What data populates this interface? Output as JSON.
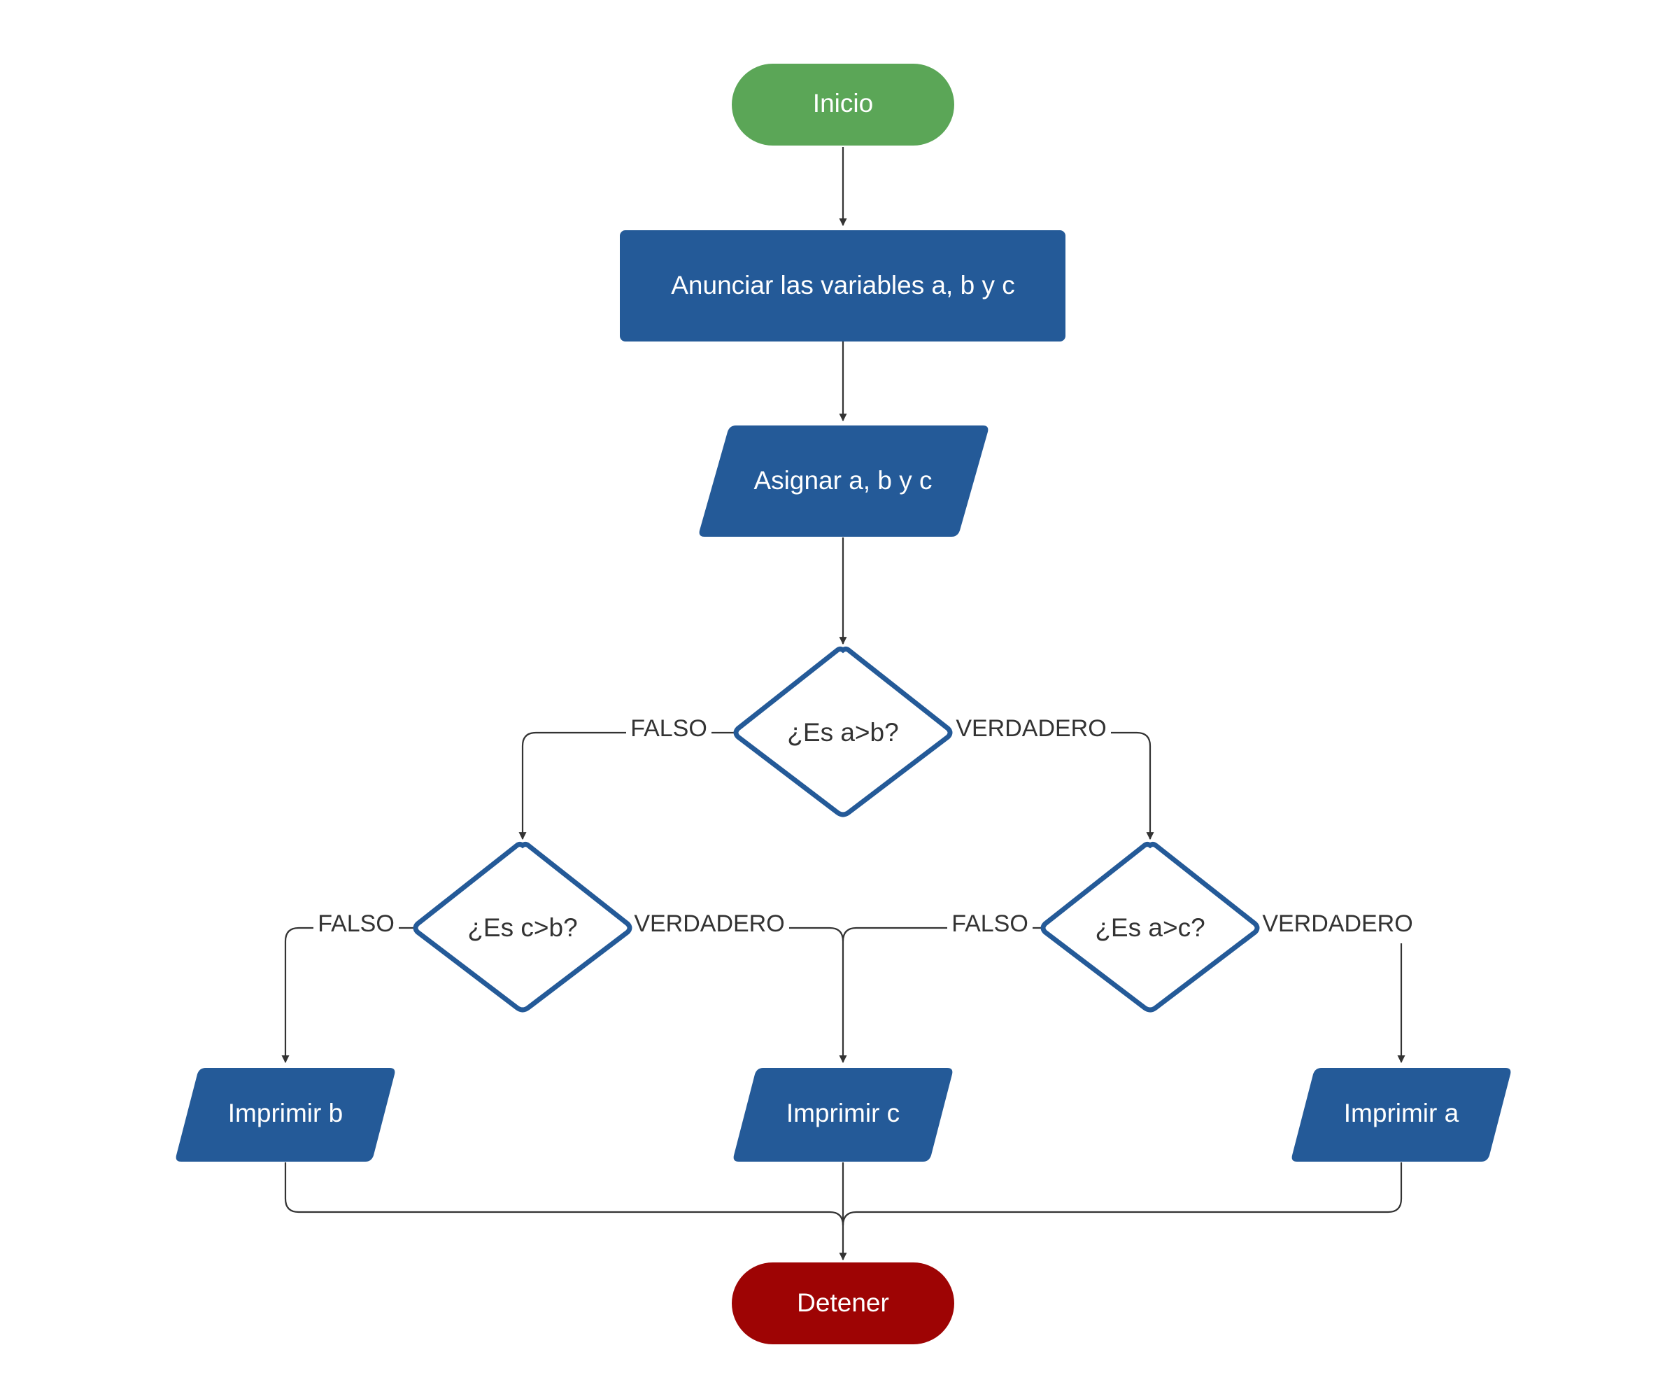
{
  "colors": {
    "start": "#5ba657",
    "process": "#245a98",
    "decision_stroke": "#245a98",
    "stop": "#9e0404",
    "connector": "#333333"
  },
  "nodes": {
    "start": "Inicio",
    "declare": "Anunciar las variables a, b y c",
    "assign": "Asignar a, b y c",
    "decision_ab": "¿Es a>b?",
    "decision_cb": "¿Es c>b?",
    "decision_ac": "¿Es a>c?",
    "print_b": "Imprimir b",
    "print_c": "Imprimir c",
    "print_a": "Imprimir a",
    "stop": "Detener"
  },
  "edge_labels": {
    "ab_false": "FALSO",
    "ab_true": "VERDADERO",
    "cb_false": "FALSO",
    "cb_true": "VERDADERO",
    "ac_false": "FALSO",
    "ac_true": "VERDADERO"
  }
}
